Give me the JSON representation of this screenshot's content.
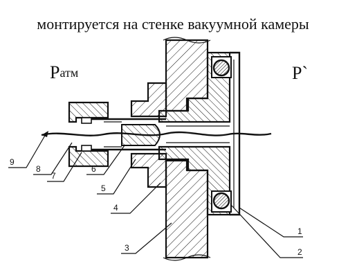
{
  "title": "монтируется на стенке вакуумной камеры",
  "side_labels": {
    "left": {
      "main": "P",
      "sub": "атм"
    },
    "right": {
      "main": "P`"
    }
  },
  "callouts": [
    "1",
    "2",
    "3",
    "4",
    "5",
    "6",
    "7",
    "8",
    "9"
  ]
}
